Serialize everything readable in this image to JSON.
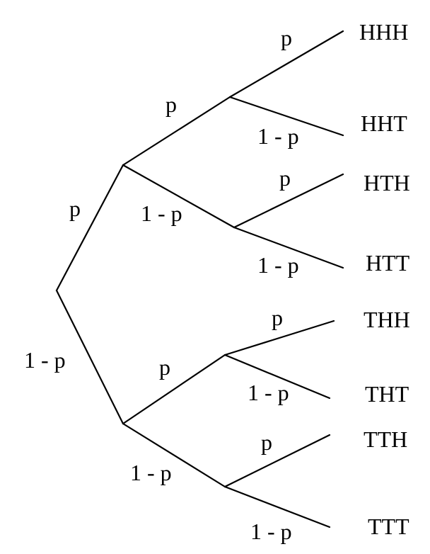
{
  "diagram": {
    "levels": [
      {
        "edges": [
          {
            "label": "p"
          },
          {
            "label": "1 -  p"
          }
        ]
      },
      {
        "edges": [
          {
            "label": "p"
          },
          {
            "label": "1 -  p"
          },
          {
            "label": "p"
          },
          {
            "label": "1 -  p"
          }
        ]
      },
      {
        "edges": [
          {
            "label": "p"
          },
          {
            "label": "1 -  p"
          },
          {
            "label": "p"
          },
          {
            "label": "1 -  p"
          },
          {
            "label": "p"
          },
          {
            "label": "1 -  p"
          },
          {
            "label": "p"
          },
          {
            "label": "1 -  p"
          }
        ]
      }
    ],
    "outcomes": [
      "HHH",
      "HHT",
      "HTH",
      "HTT",
      "THH",
      "THT",
      "TTH",
      "TTT"
    ]
  }
}
